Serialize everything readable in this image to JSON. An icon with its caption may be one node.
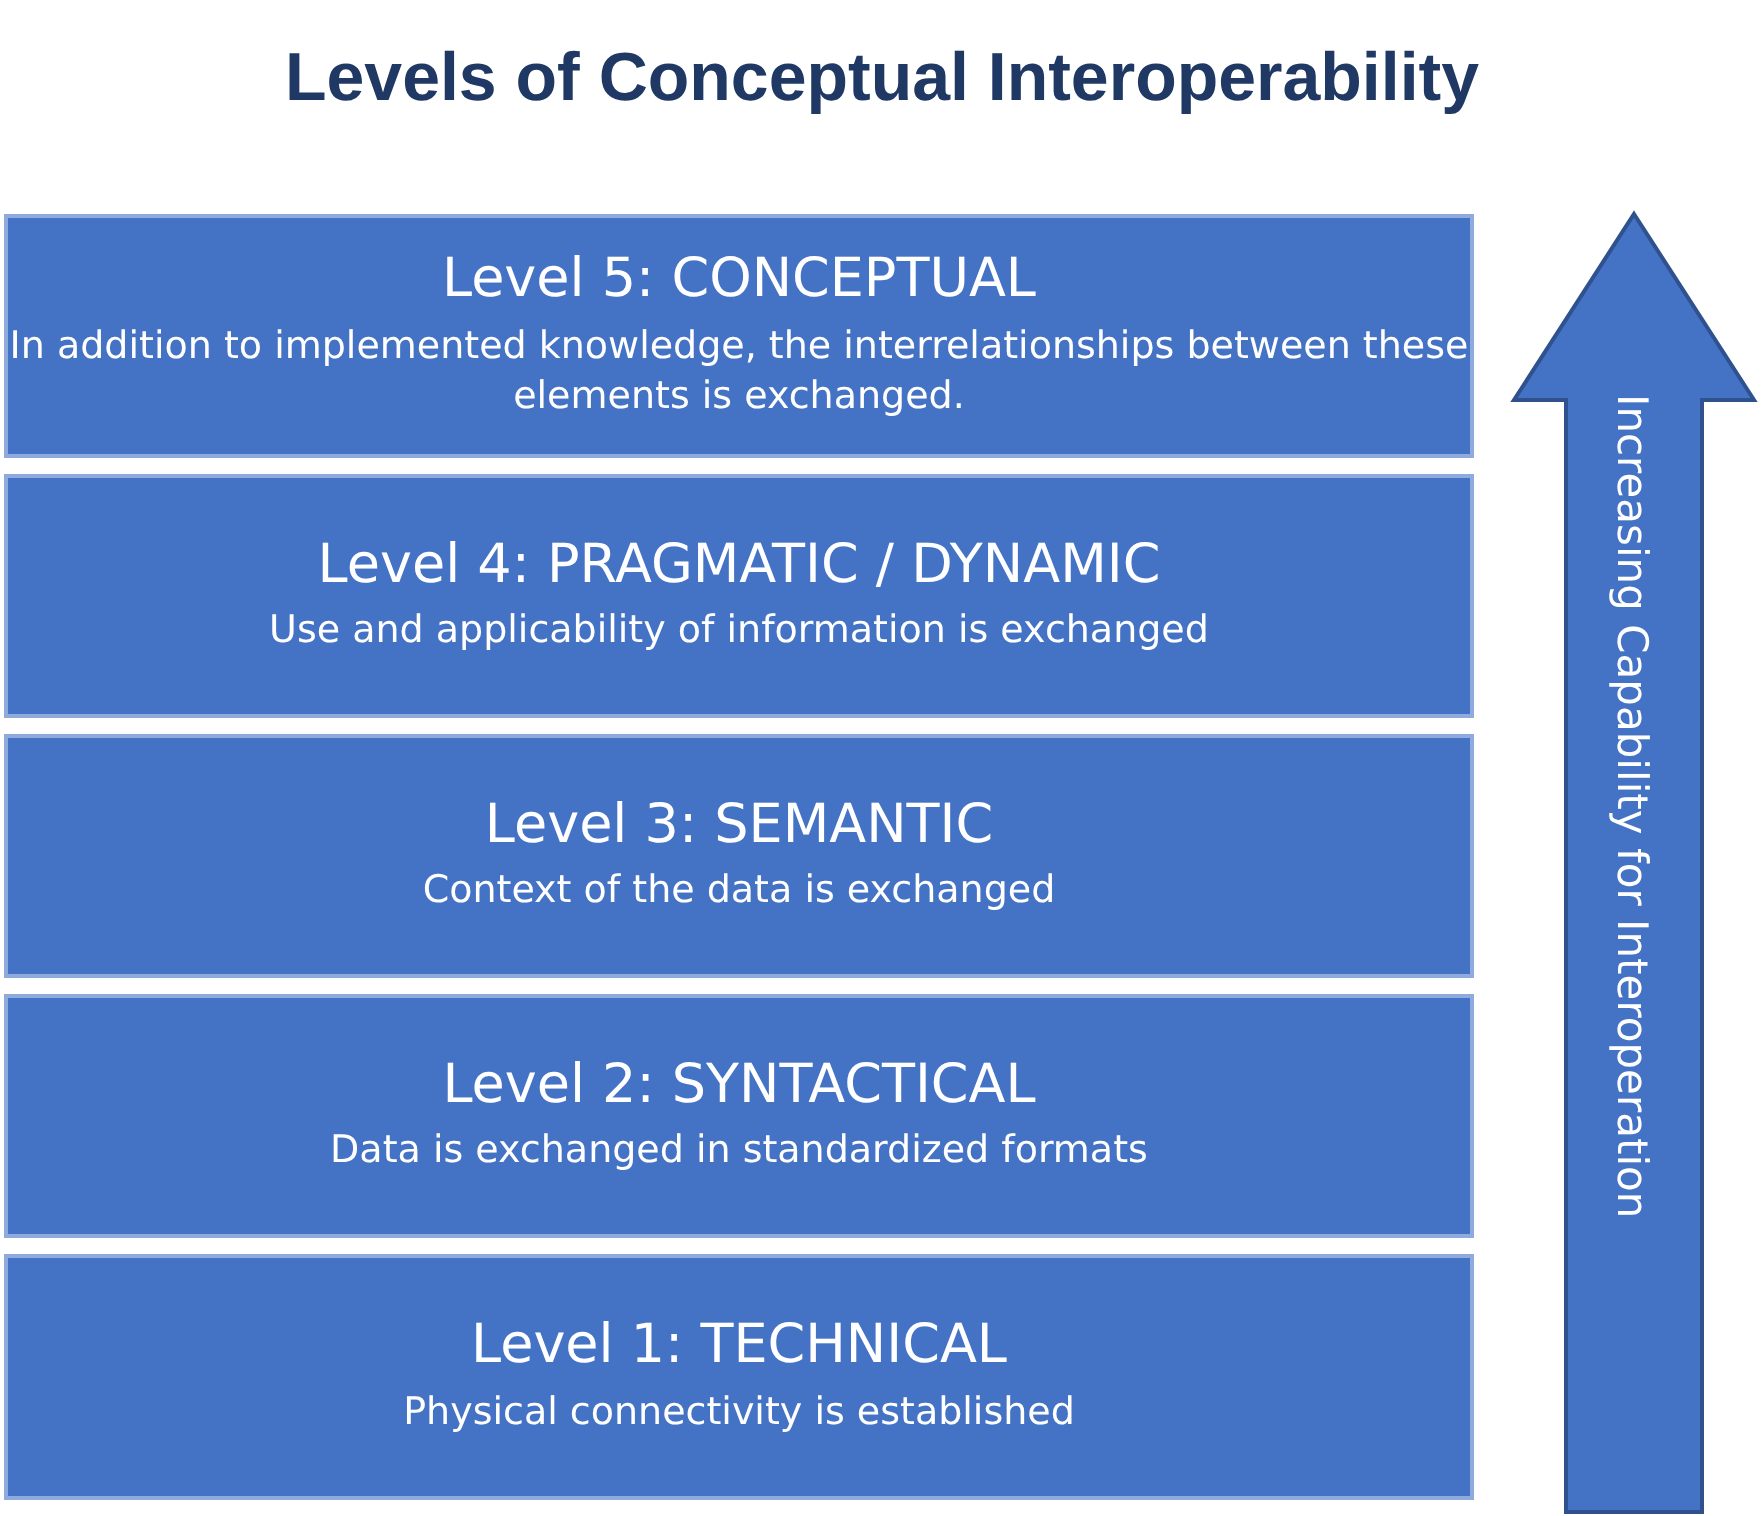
{
  "diagram": {
    "title": "Levels of Conceptual Interoperability",
    "nodes": [
      {
        "text": [
          "Level 5: CONCEPTUAL",
          "In addition to implemented knowledge, the interrelationships between these elements is exchanged."
        ]
      },
      {
        "text": [
          "Level 4: PRAGMATIC / DYNAMIC",
          "Use and applicability of information is exchanged"
        ]
      },
      {
        "text": [
          "Level 3: SEMANTIC",
          "Context of the data is exchanged"
        ]
      },
      {
        "text": [
          "Level 2: SYNTACTICAL",
          "Data is exchanged in standardized formats"
        ]
      },
      {
        "text": [
          "Level 1: TECHNICAL",
          "Physical connectivity is established"
        ]
      },
      {
        "text": [
          "Increasing Capability for Interoperation"
        ]
      }
    ]
  }
}
